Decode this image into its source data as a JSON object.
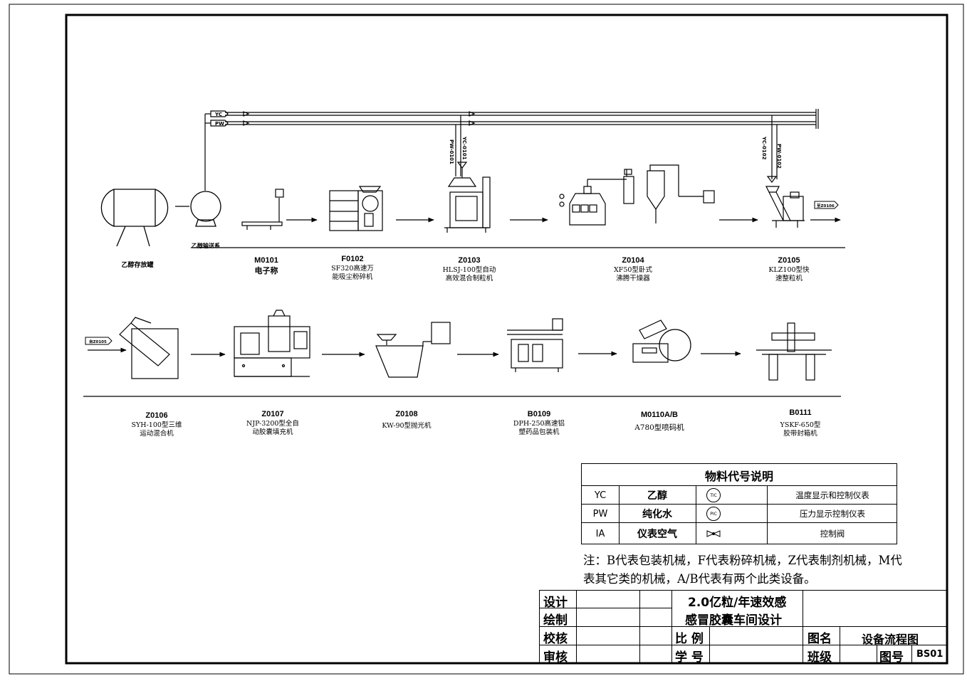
{
  "pipes": {
    "yc": "YC",
    "pw": "PW",
    "ethanol_transport": "乙醇输送系",
    "z0103_pw": "PW-0101",
    "z0103_yc": "YC-0101",
    "z0105_yc": "YC-0102",
    "z0105_pw": "PW-0102",
    "to_z0106": "至Z0106",
    "from_z0105": "自Z0105"
  },
  "tank": {
    "label": "乙醇存放罐"
  },
  "row1": [
    {
      "code": "M0101",
      "name1": "电子称",
      "name2": ""
    },
    {
      "code": "F0102",
      "name1": "SF320高速万",
      "name2": "能吸尘粉碎机"
    },
    {
      "code": "Z0103",
      "name1": "HLSJ-100型自动",
      "name2": "高效混合制粒机"
    },
    {
      "code": "Z0104",
      "name1": "XF50型卧式",
      "name2": "沸腾干燥器"
    },
    {
      "code": "Z0105",
      "name1": "KLZ100型快",
      "name2": "速整粒机"
    }
  ],
  "row2": [
    {
      "code": "Z0106",
      "name1": "SYH-100型三维",
      "name2": "运动混合机"
    },
    {
      "code": "Z0107",
      "name1": "NJP-3200型全自",
      "name2": "动胶囊填充机"
    },
    {
      "code": "Z0108",
      "name1": "KW-90型抛光机",
      "name2": ""
    },
    {
      "code": "B0109",
      "name1": "DPH-250高速铝",
      "name2": "塑药品包装机"
    },
    {
      "code": "M0110A/B",
      "name1": "A780型喷码机",
      "name2": ""
    },
    {
      "code": "B0111",
      "name1": "YSKF-650型",
      "name2": "胶带封箱机"
    }
  ],
  "legend": {
    "title": "物料代号说明",
    "rows": [
      {
        "code": "YC",
        "material": "乙醇",
        "symbol": "TIC",
        "desc": "温度显示和控制仪表"
      },
      {
        "code": "PW",
        "material": "纯化水",
        "symbol": "PIC",
        "desc": "压力显示控制仪表"
      },
      {
        "code": "IA",
        "material": "仪表空气",
        "symbol": "",
        "desc": "控制阀"
      }
    ]
  },
  "note": "注：B代表包装机械，F代表粉碎机械，Z代表制剂机械，M代表其它类的机械，A/B代表有两个此类设备。",
  "title_block": {
    "design": "设计",
    "draw": "绘制",
    "check": "校核",
    "review": "审核",
    "project_line1": "2.0亿粒/年速效感",
    "project_line2": "感冒胶囊车间设计",
    "scale_label": "比 例",
    "student_no_label": "学 号",
    "drawing_name_label": "图名",
    "drawing_name": "设备流程图",
    "class_label": "班级",
    "drawing_no_label": "图号",
    "drawing_no": "BS01"
  }
}
